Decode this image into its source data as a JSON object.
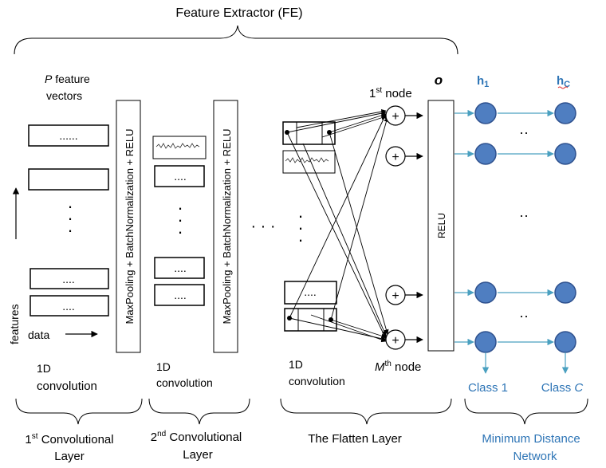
{
  "title": "Feature Extractor (FE)",
  "p_feature_vectors": {
    "p": "P",
    "line1": " feature",
    "line2": "vectors"
  },
  "pooling_label": "MaxPooling + BatchNormalization + RELU",
  "axis": {
    "features": "features",
    "data": "data"
  },
  "conv_caption_line1": "1D",
  "conv_caption_line2": "convolution",
  "dots_row": "......",
  "dots_short": "....",
  "ellipsis_h": "· · ·",
  "first_node": {
    "num": "1",
    "sup": "st",
    "rest": " node"
  },
  "mth_node": {
    "num": "M",
    "sup": "th",
    "rest": " node"
  },
  "plus": "+",
  "o_label": "o",
  "relu": "RELU",
  "h1": {
    "base": "h",
    "sub": "1"
  },
  "hc": {
    "base": "h",
    "sub": "C"
  },
  "class1": "Class 1",
  "classC": {
    "prefix": "Class ",
    "var": "C"
  },
  "layers": {
    "conv1": {
      "num": "1",
      "sup": "st",
      "line1": " Convolutional",
      "line2": "Layer"
    },
    "conv2": {
      "num": "2",
      "sup": "nd",
      "line1": " Convolutional",
      "line2": "Layer"
    },
    "flatten": "The Flatten Layer",
    "mdn": {
      "line1": "Minimum Distance",
      "line2": "Network"
    }
  },
  "colors": {
    "node_fill": "#4f7ec1",
    "node_stroke": "#2f528f",
    "blue_text": "#2e75b6"
  }
}
